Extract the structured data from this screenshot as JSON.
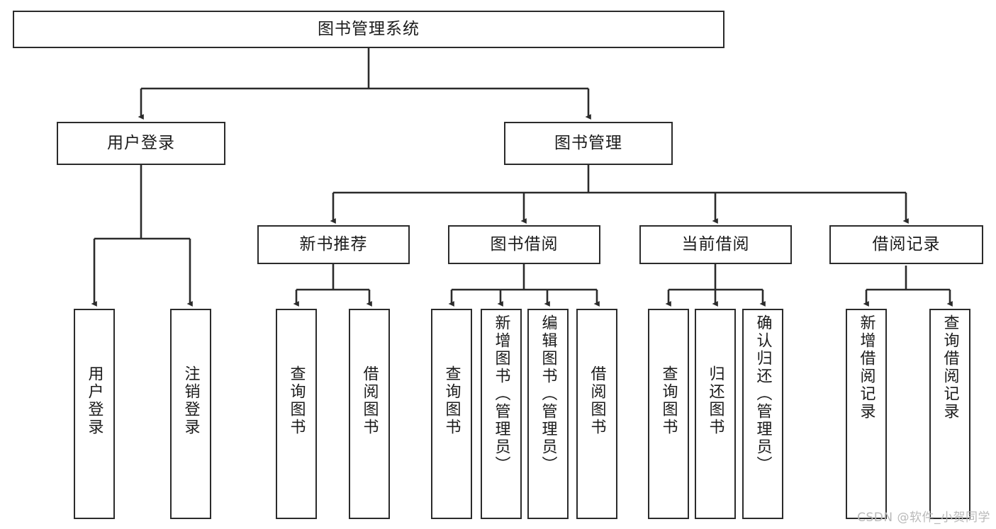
{
  "diagram": {
    "title": "图书管理系统",
    "type": "tree-hierarchy",
    "watermark": "CSDN @软件_小贺同学",
    "colors": {
      "stroke": "#2b2b2b",
      "fill": "#ffffff",
      "text": "#1b1b1b",
      "watermark": "#b9b9b9"
    },
    "levels": {
      "root": {
        "label": "图书管理系统"
      },
      "level2": [
        {
          "id": "user-login",
          "label": "用户登录"
        },
        {
          "id": "book-manage",
          "label": "图书管理"
        }
      ],
      "level3": [
        {
          "id": "new-book-rec",
          "label": "新书推荐",
          "parent": "book-manage"
        },
        {
          "id": "book-borrow",
          "label": "图书借阅",
          "parent": "book-manage"
        },
        {
          "id": "current-borrow",
          "label": "当前借阅",
          "parent": "book-manage"
        },
        {
          "id": "borrow-record",
          "label": "借阅记录",
          "parent": "book-manage"
        }
      ],
      "leaves": [
        {
          "id": "leaf-user-login",
          "label": "用户登录",
          "parent": "user-login"
        },
        {
          "id": "leaf-logout-login",
          "label": "注销登录",
          "parent": "user-login"
        },
        {
          "id": "leaf-query-book-1",
          "label": "查询图书",
          "parent": "new-book-rec"
        },
        {
          "id": "leaf-borrow-book-1",
          "label": "借阅图书",
          "parent": "new-book-rec"
        },
        {
          "id": "leaf-query-book-2",
          "label": "查询图书",
          "parent": "book-borrow"
        },
        {
          "id": "leaf-add-book",
          "label": "新增图书（管理员）",
          "parent": "book-borrow"
        },
        {
          "id": "leaf-edit-book",
          "label": "编辑图书（管理员）",
          "parent": "book-borrow"
        },
        {
          "id": "leaf-borrow-book-2",
          "label": "借阅图书",
          "parent": "book-borrow"
        },
        {
          "id": "leaf-query-book-3",
          "label": "查询图书",
          "parent": "current-borrow"
        },
        {
          "id": "leaf-return-book",
          "label": "归还图书",
          "parent": "current-borrow"
        },
        {
          "id": "leaf-confirm-return",
          "label": "确认归还（管理员）",
          "parent": "current-borrow"
        },
        {
          "id": "leaf-add-record",
          "label": "新增借阅记录",
          "parent": "borrow-record"
        },
        {
          "id": "leaf-query-record",
          "label": "查询借阅记录",
          "parent": "borrow-record"
        }
      ]
    }
  }
}
